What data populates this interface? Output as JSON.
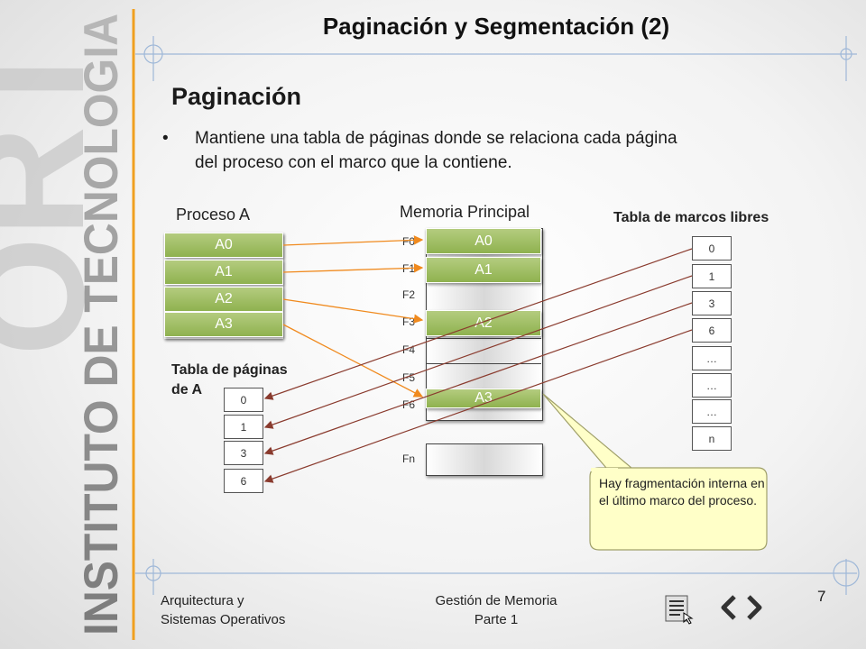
{
  "sidebar": {
    "logo": "ORT",
    "institute": "INSTITUTO DE TECNOLOGIA"
  },
  "slide": {
    "title": "Paginación y Segmentación (2)",
    "section": "Paginación",
    "bullet_line1": "Mantiene una tabla de páginas donde se relaciona cada página",
    "bullet_line2": "del proceso con el marco que la contiene."
  },
  "diagram": {
    "process_label": "Proceso A",
    "process_pages": [
      "A0",
      "A1",
      "A2",
      "A3"
    ],
    "memory_label": "Memoria Principal",
    "frame_labels": [
      "F0",
      "F1",
      "F2",
      "F3",
      "F4",
      "F5",
      "F6",
      "Fn"
    ],
    "memory_contents": [
      "A0",
      "A1",
      "A2",
      "A3"
    ],
    "page_table_label_line1": "Tabla de páginas",
    "page_table_label_line2": "de A",
    "page_table": [
      "0",
      "1",
      "3",
      "6"
    ],
    "free_frames_label": "Tabla  de marcos libres",
    "free_frames": [
      "0",
      "1",
      "3",
      "6",
      "…",
      "…",
      "…",
      "n"
    ],
    "callout": "Hay fragmentación interna en el último marco del proceso."
  },
  "footer": {
    "course_line1": "Arquitectura y",
    "course_line2": "Sistemas Operativos",
    "topic_line1": "Gestión de Memoria",
    "topic_line2": "Parte 1",
    "page_number": "7"
  },
  "colors": {
    "page_box": "#9ebf60",
    "arrow": "#f08a1e",
    "line": "#8a3b2e",
    "callout": "#ffffc8",
    "accent_line": "#f0a020"
  }
}
